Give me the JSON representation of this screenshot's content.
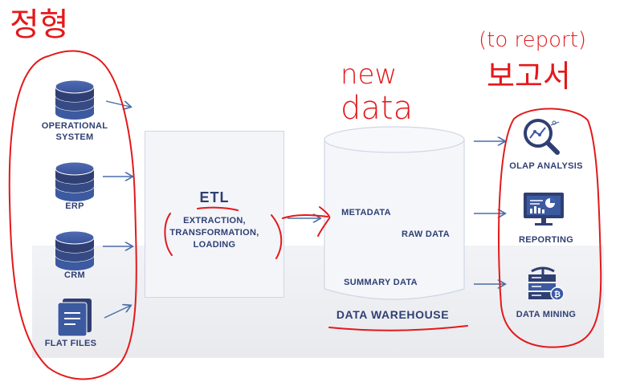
{
  "sources": {
    "operational": "OPERATIONAL\nSYSTEM",
    "erp": "ERP",
    "crm": "CRM",
    "flat_files": "FLAT FILES"
  },
  "etl": {
    "title": "ETL",
    "subtitle": "EXTRACTION,\nTRANSFORMATION,\nLOADING"
  },
  "warehouse": {
    "title": "DATA WAREHOUSE",
    "metadata": "METADATA",
    "raw_data": "RAW DATA",
    "summary_data": "SUMMARY DATA"
  },
  "outputs": {
    "olap": "OLAP ANALYSIS",
    "reporting": "REPORTING",
    "mining": "DATA MINING"
  },
  "handwriting": {
    "left_note": "정형",
    "center_note": "new\ndata",
    "right_note": "(to report)\n보고서"
  },
  "colors": {
    "navy": "#2f3f73",
    "accent": "#3b5aa8",
    "annotation_red": "#e3191b",
    "arrow": "#4a6ea8"
  }
}
